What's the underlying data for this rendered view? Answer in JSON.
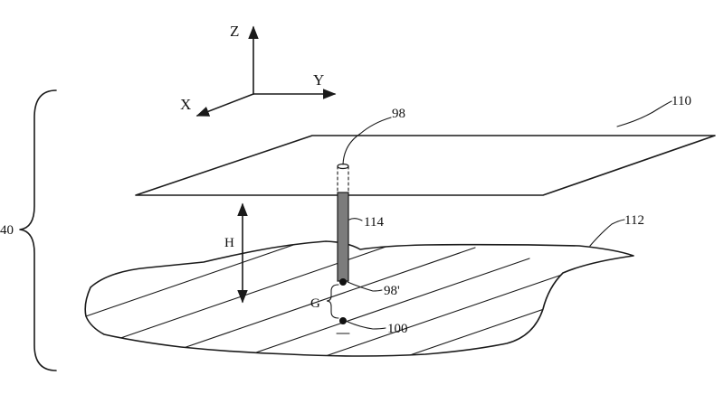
{
  "axes": {
    "z": "Z",
    "y": "Y",
    "x": "X"
  },
  "labels": {
    "ref_98": "98",
    "ref_110": "110",
    "ref_114": "114",
    "ref_112": "112",
    "ref_98p": "98'",
    "ref_100": "100",
    "dim_h": "H",
    "dim_g": "G",
    "ref_40": "40"
  }
}
